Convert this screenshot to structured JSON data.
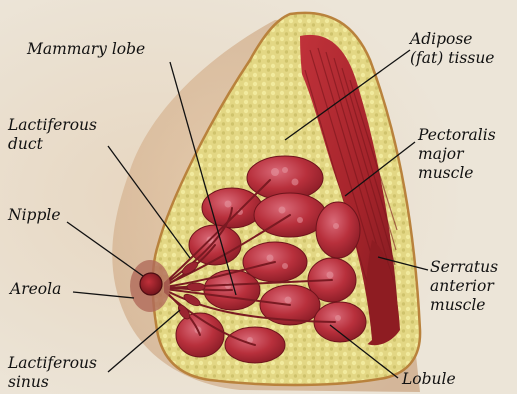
{
  "labels": {
    "mammary_lobe": "Mammary lobe",
    "lactiferous_duct": [
      "Lactiferous",
      "duct"
    ],
    "nipple": "Nipple",
    "areola": "Areola",
    "lactiferous_sinus": [
      "Lactiferous",
      "sinus"
    ],
    "adipose": [
      "Adipose",
      "(fat) tissue"
    ],
    "pectoralis": [
      "Pectoralis",
      "major",
      "muscle"
    ],
    "serratus": [
      "Serratus",
      "anterior",
      "muscle"
    ],
    "lobule": "Lobule"
  },
  "colors": {
    "background": "#ece5d8",
    "skin": "#d8b896",
    "adipose": "#e6dc8a",
    "muscle": "#a8242a",
    "gland": "#b8303c",
    "outline": "#b9823c"
  }
}
